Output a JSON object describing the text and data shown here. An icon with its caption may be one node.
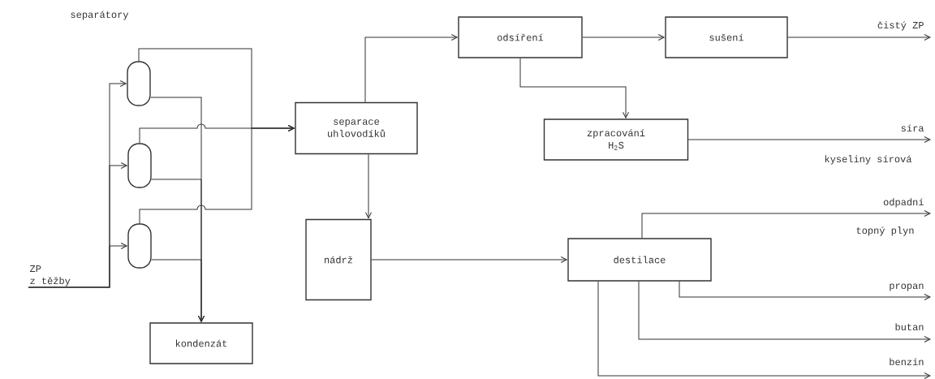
{
  "diagram": {
    "nodes": [
      {
        "text": [
          "ZP",
          "z těžby"
        ]
      },
      {
        "text": [],
        "shape": "cylinder"
      },
      {
        "text": [],
        "shape": "cylinder"
      },
      {
        "text": [],
        "shape": "cylinder"
      },
      {
        "text": [
          "separace uhlovodíků"
        ]
      },
      {
        "text": [
          "kondenzát"
        ]
      },
      {
        "text": [
          "odsíření"
        ]
      },
      {
        "text": [
          "sušení"
        ]
      },
      {
        "text": [
          "zpracování H$_{2}$S"
        ]
      },
      {
        "text": [
          "nádrž"
        ]
      },
      {
        "text": [
          "destilace"
        ]
      }
    ],
    "edges": [
      {
        "from": 0,
        "to": 1,
        "arrow": "to"
      },
      {
        "from": 0,
        "to": 2,
        "arrow": "to"
      },
      {
        "from": 0,
        "to": 3,
        "arrow": "to"
      },
      {
        "from": 1,
        "to": 4,
        "arrow": "to"
      },
      {
        "from": 2,
        "to": 4,
        "arrow": "to"
      },
      {
        "from": 3,
        "to": 4,
        "arrow": "to"
      },
      {
        "from": 1,
        "to": 5,
        "arrow": "to"
      },
      {
        "from": 2,
        "to": 5,
        "arrow": "to"
      },
      {
        "from": 3,
        "to": 5,
        "arrow": "to"
      },
      {
        "from": 4,
        "to": 6,
        "arrow": "to"
      },
      {
        "from": 4,
        "to": 9,
        "arrow": "to"
      },
      {
        "from": 6,
        "to": 7,
        "arrow": "to"
      },
      {
        "from": 6,
        "to": 8,
        "arrow": "to"
      },
      {
        "from": 9,
        "to": 10,
        "arrow": "to"
      },
      {
        "from": 7,
        "to": null,
        "arrow": "to",
        "label": "čistý ZP"
      },
      {
        "from": 8,
        "to": null,
        "arrow": "to",
        "label": "síra"
      },
      {
        "from": 10,
        "to": null,
        "arrow": "to",
        "label": "odpadní"
      },
      {
        "from": 10,
        "to": null,
        "arrow": "to",
        "label": "propan"
      },
      {
        "from": 10,
        "to": null,
        "arrow": "to",
        "label": "butan"
      },
      {
        "from": 10,
        "to": null,
        "arrow": "to",
        "label": "benzín"
      }
    ],
    "labels": [
      "separátory",
      "kyseliny sírová",
      "topný plyn"
    ]
  }
}
